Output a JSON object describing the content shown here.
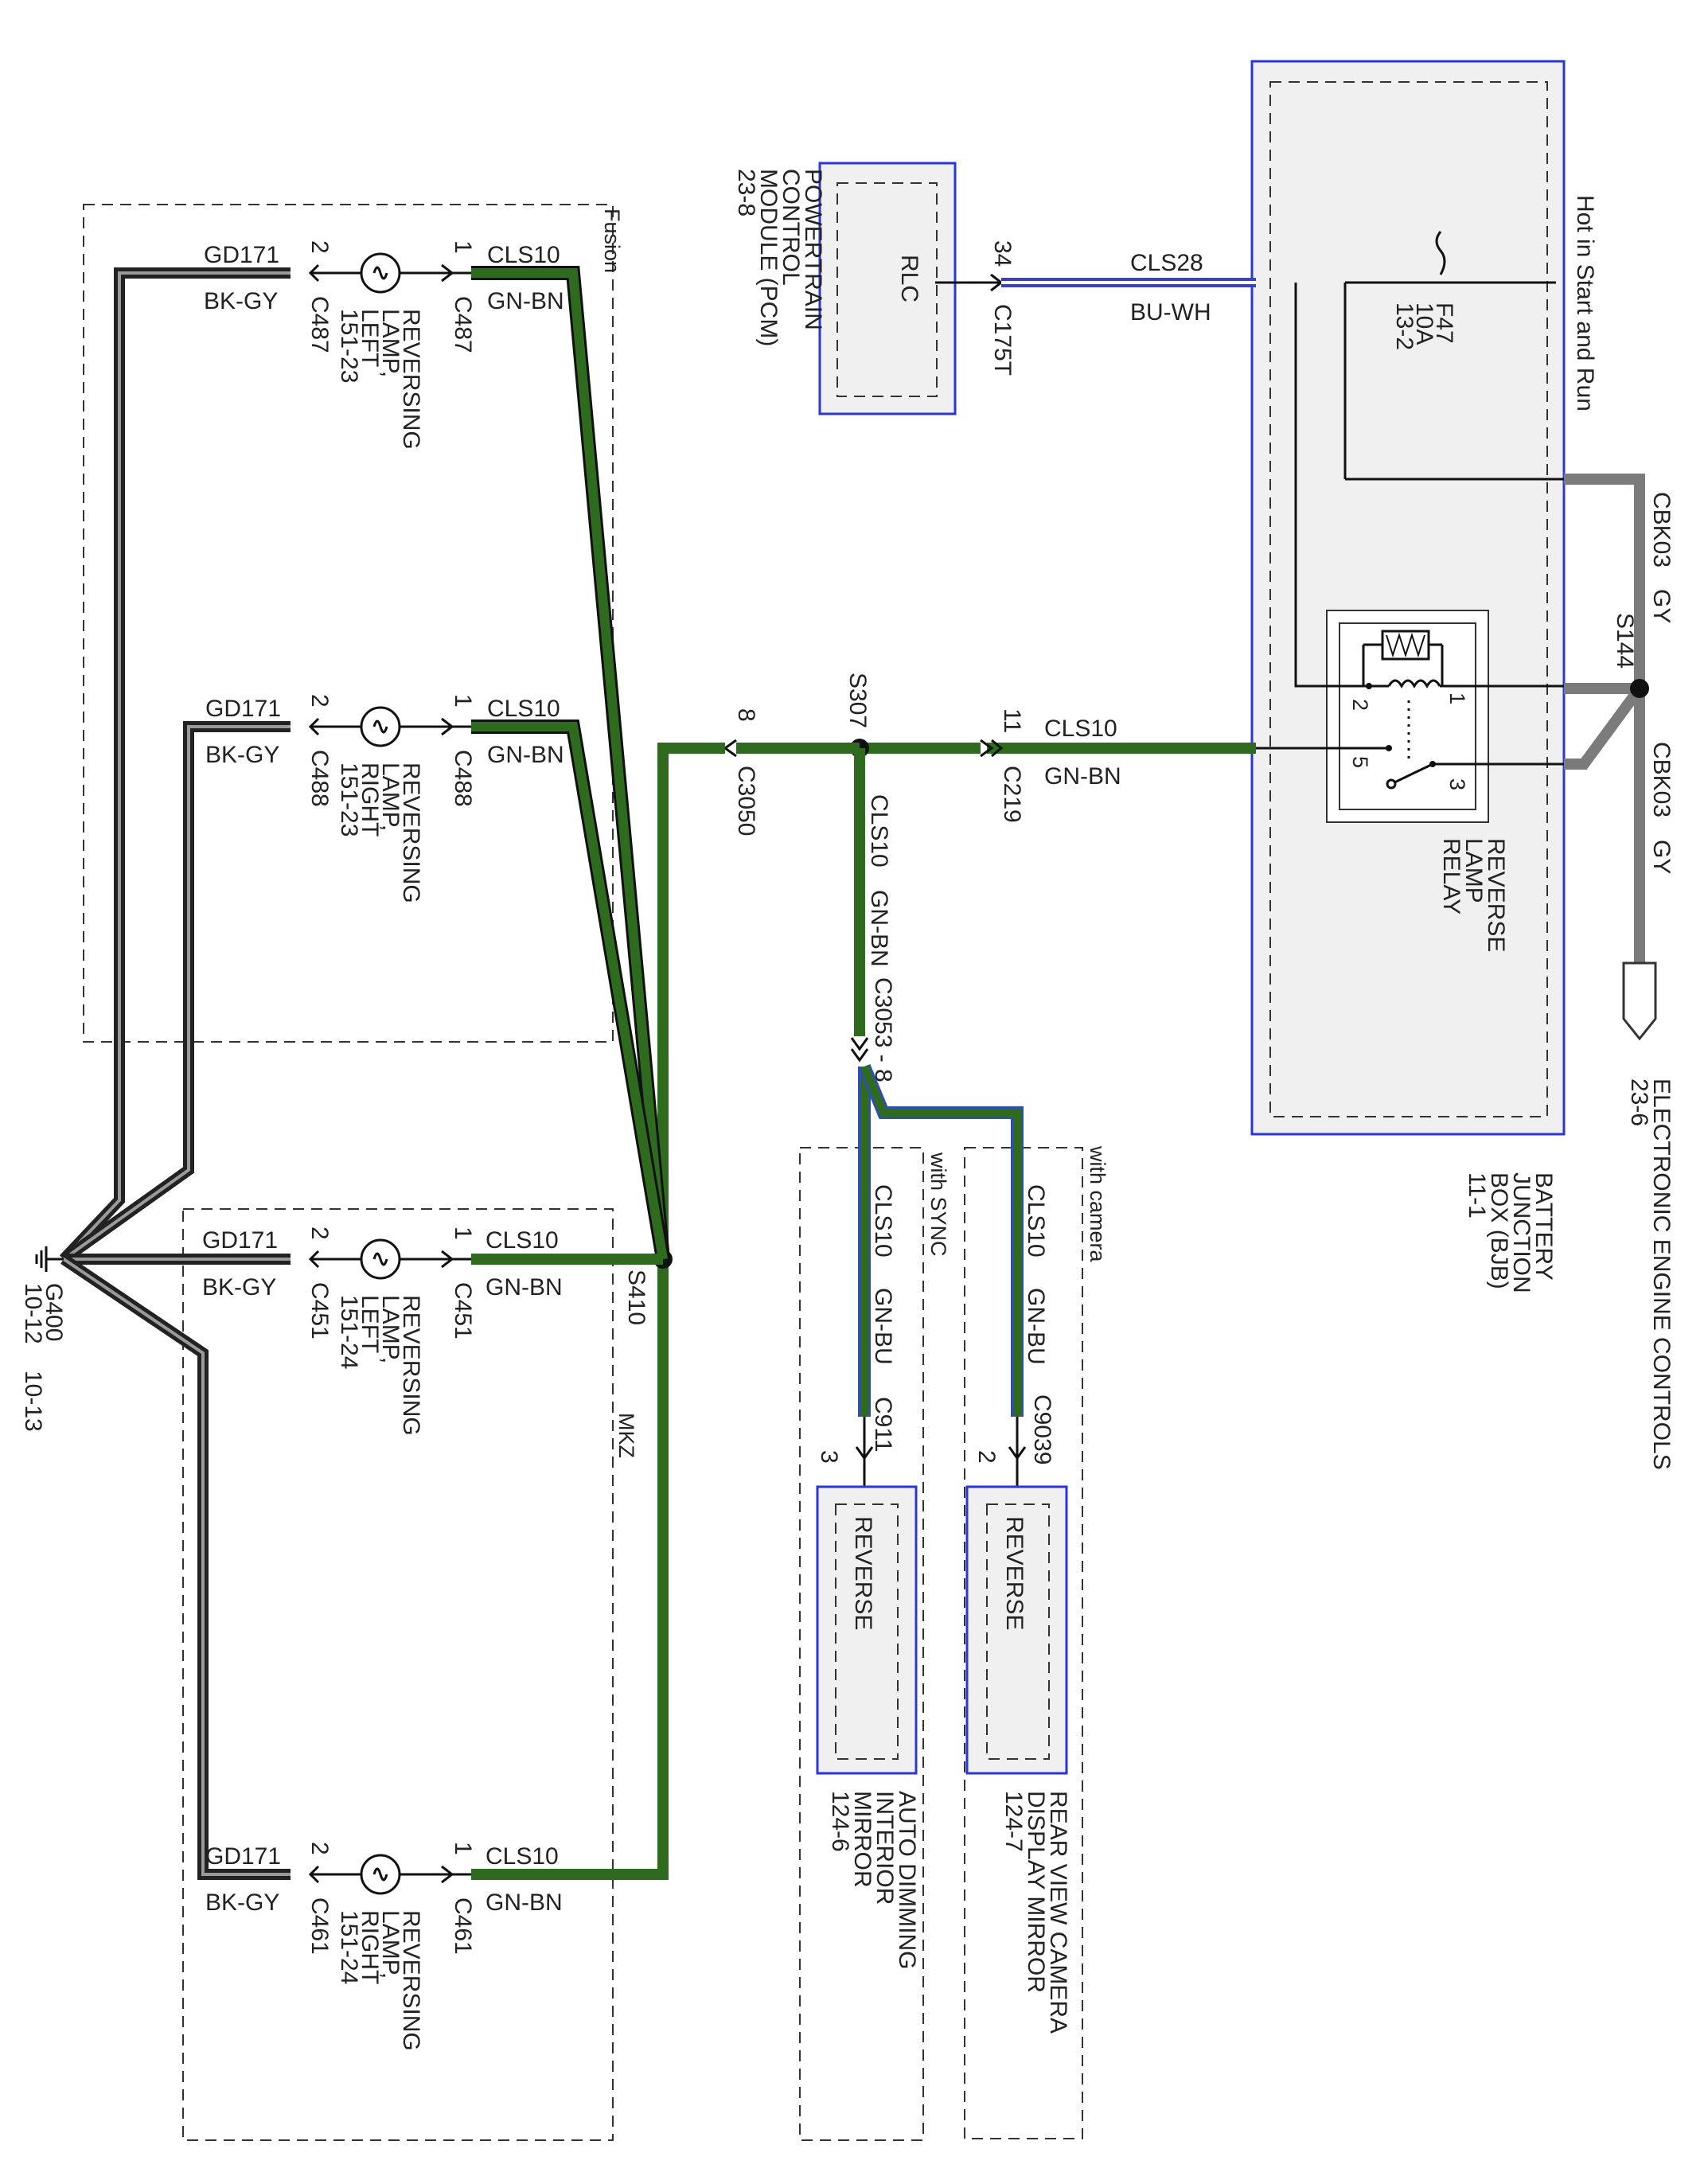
{
  "colors": {
    "gn_bn": "#2f6b1e",
    "gn_bu_outline": "#2e4fb0",
    "bk_gy": "#222222",
    "gy": "#7b7b7b",
    "bu_wh": "#3a3fc8",
    "module_border": "#2b36d9",
    "module_fill": "#f0f0f0"
  },
  "regions": {
    "fusion": "Fusion",
    "mkz": "MKZ",
    "with_sync": "with SYNC",
    "with_camera": "with camera"
  },
  "bjb": {
    "name_lines": [
      "BATTERY",
      "JUNCTION",
      "BOX (BJB)",
      "11-1"
    ],
    "hot_text": "Hot in Start and Run",
    "fuse_lines": [
      "F47",
      "10A",
      "13-2"
    ],
    "relay_lines": [
      "REVERSE",
      "LAMP",
      "RELAY"
    ],
    "relay_pins": [
      "1",
      "2",
      "3",
      "5"
    ]
  },
  "ground_wire": {
    "circuit": "CBK03",
    "color": "GY",
    "splice": "S144",
    "destination_lines": [
      "ELECTRONIC ENGINE CONTROLS",
      "23-6"
    ]
  },
  "pcm": {
    "name_lines": [
      "POWERTRAIN",
      "CONTROL",
      "MODULE (PCM)",
      "23-8"
    ],
    "pin_label": "RLC",
    "pin": "34",
    "connector": "C175T",
    "wire_circuit": "CLS28",
    "wire_color": "BU-WH"
  },
  "main_feed": {
    "circuit": "CLS10",
    "color": "GN-BN",
    "connector": "C219",
    "pin": "11",
    "splice": "S307",
    "c3050_pin": "8",
    "c3050": "C3050",
    "s410": "S410"
  },
  "mirror_branch": {
    "circuit": "CLS10",
    "color": "GN-BN",
    "connector": "C3053 - 8",
    "sync": {
      "circuit": "CLS10",
      "color": "GN-BU",
      "connector": "C911",
      "pin": "3",
      "module_text": "REVERSE",
      "name_lines": [
        "AUTO DIMMING",
        "INTERIOR",
        "MIRROR",
        "124-6"
      ]
    },
    "camera": {
      "circuit": "CLS10",
      "color": "GN-BU",
      "connector": "C9039",
      "pin": "2",
      "module_text": "REVERSE",
      "name_lines": [
        "REAR VIEW CAMERA",
        "DISPLAY MIRROR",
        "124-7"
      ]
    }
  },
  "lamps": [
    {
      "feed_circuit": "CLS10",
      "feed_color": "GN-BN",
      "feed_pin": "1",
      "feed_conn": "C487",
      "gnd_circuit": "GD171",
      "gnd_color": "BK-GY",
      "gnd_pin": "2",
      "gnd_conn": "C487",
      "name_lines": [
        "REVERSING",
        "LAMP,",
        "LEFT",
        "151-23"
      ]
    },
    {
      "feed_circuit": "CLS10",
      "feed_color": "GN-BN",
      "feed_pin": "1",
      "feed_conn": "C488",
      "gnd_circuit": "GD171",
      "gnd_color": "BK-GY",
      "gnd_pin": "2",
      "gnd_conn": "C488",
      "name_lines": [
        "REVERSING",
        "LAMP,",
        "RIGHT",
        "151-23"
      ]
    },
    {
      "feed_circuit": "CLS10",
      "feed_color": "GN-BN",
      "feed_pin": "1",
      "feed_conn": "C451",
      "gnd_circuit": "GD171",
      "gnd_color": "BK-GY",
      "gnd_pin": "2",
      "gnd_conn": "C451",
      "name_lines": [
        "REVERSING",
        "LAMP,",
        "LEFT",
        "151-24"
      ]
    },
    {
      "feed_circuit": "CLS10",
      "feed_color": "GN-BN",
      "feed_pin": "1",
      "feed_conn": "C461",
      "gnd_circuit": "GD171",
      "gnd_color": "BK-GY",
      "gnd_pin": "2",
      "gnd_conn": "C461",
      "name_lines": [
        "REVERSING",
        "LAMP,",
        "RIGHT",
        "151-24"
      ]
    }
  ],
  "ground": {
    "name": "G400",
    "refs": [
      "10-12",
      "10-13"
    ]
  }
}
